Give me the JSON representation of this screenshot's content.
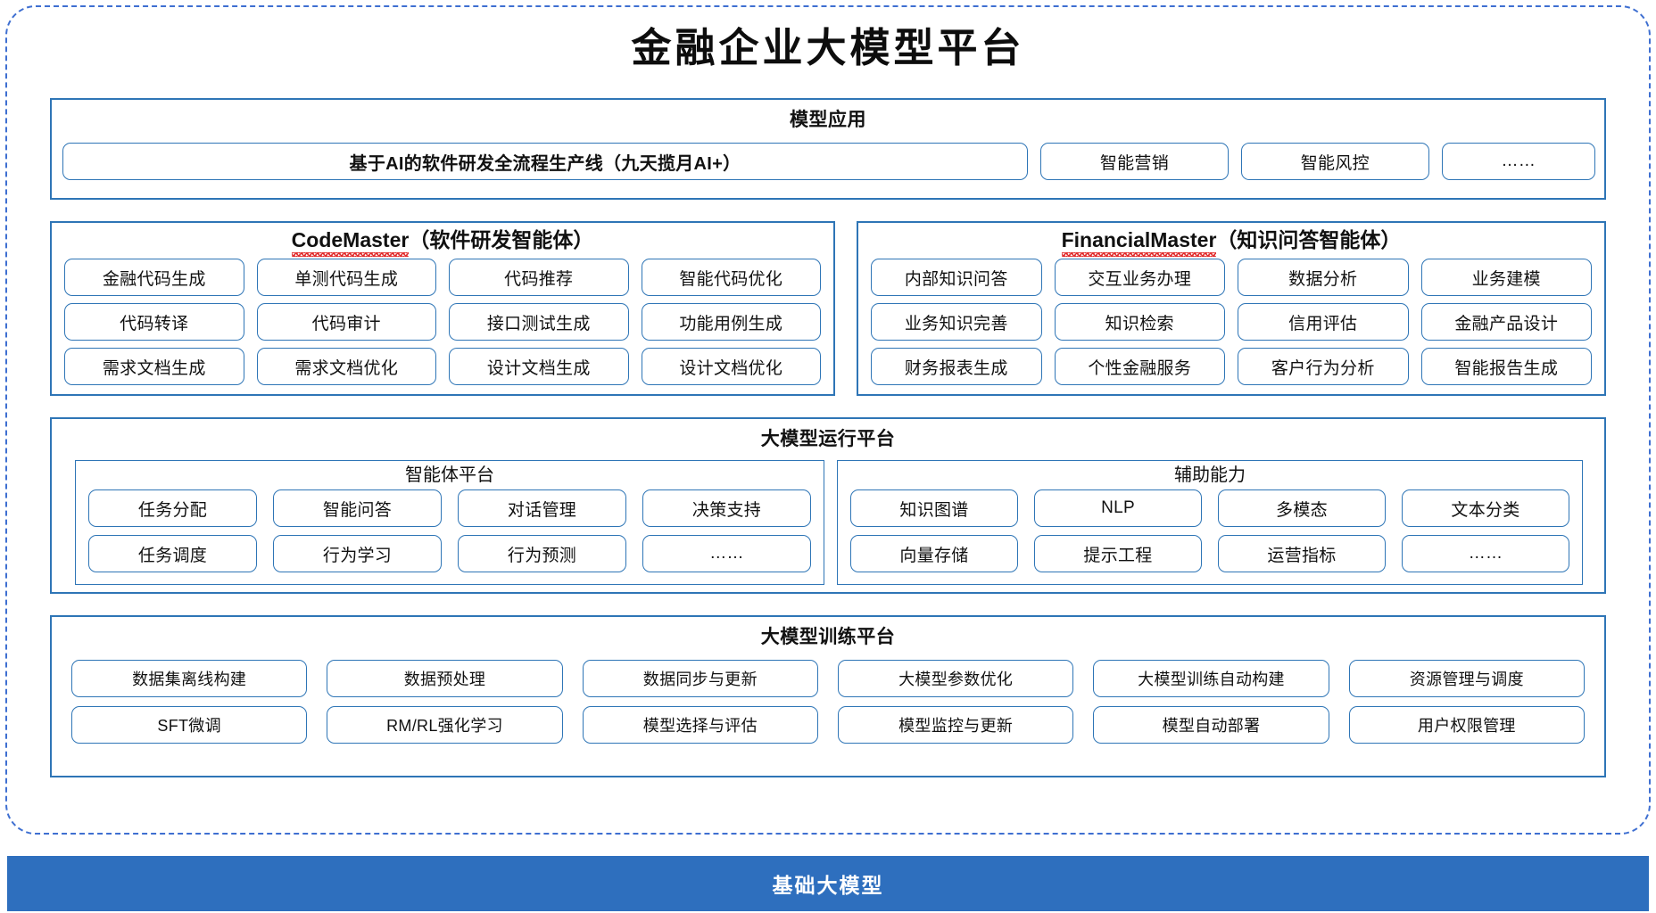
{
  "title": "金融企业大模型平台",
  "colors": {
    "border_blue": "#2E75B6",
    "dashed_blue": "#3E6FD1",
    "footer_blue": "#2E6FBE",
    "spellcheck_red": "#E02020",
    "text": "#111111"
  },
  "model_application": {
    "title": "模型应用",
    "banner": "基于AI的软件研发全流程生产线（九天揽月AI+）",
    "items": [
      "智能营销",
      "智能风控",
      "……"
    ]
  },
  "agents": {
    "code_master": {
      "title_en": "CodeMaster",
      "title_cn": "（软件研发智能体）",
      "items": [
        "金融代码生成",
        "单测代码生成",
        "代码推荐",
        "智能代码优化",
        "代码转译",
        "代码审计",
        "接口测试生成",
        "功能用例生成",
        "需求文档生成",
        "需求文档优化",
        "设计文档生成",
        "设计文档优化"
      ]
    },
    "financial_master": {
      "title_en": "FinancialMaster",
      "title_cn": "（知识问答智能体）",
      "items": [
        "内部知识问答",
        "交互业务办理",
        "数据分析",
        "业务建模",
        "业务知识完善",
        "知识检索",
        "信用评估",
        "金融产品设计",
        "财务报表生成",
        "个性金融服务",
        "客户行为分析",
        "智能报告生成"
      ]
    }
  },
  "runtime_platform": {
    "title": "大模型运行平台",
    "agent_platform": {
      "title": "智能体平台",
      "items": [
        "任务分配",
        "智能问答",
        "对话管理",
        "决策支持",
        "任务调度",
        "行为学习",
        "行为预测",
        "……"
      ]
    },
    "auxiliary": {
      "title": "辅助能力",
      "items": [
        "知识图谱",
        "NLP",
        "多模态",
        "文本分类",
        "向量存储",
        "提示工程",
        "运营指标",
        "……"
      ]
    }
  },
  "training_platform": {
    "title": "大模型训练平台",
    "items": [
      "数据集离线构建",
      "数据预处理",
      "数据同步与更新",
      "大模型参数优化",
      "大模型训练自动构建",
      "资源管理与调度",
      "SFT微调",
      "RM/RL强化学习",
      "模型选择与评估",
      "模型监控与更新",
      "模型自动部署",
      "用户权限管理"
    ]
  },
  "footer": {
    "label": "基础大模型"
  }
}
